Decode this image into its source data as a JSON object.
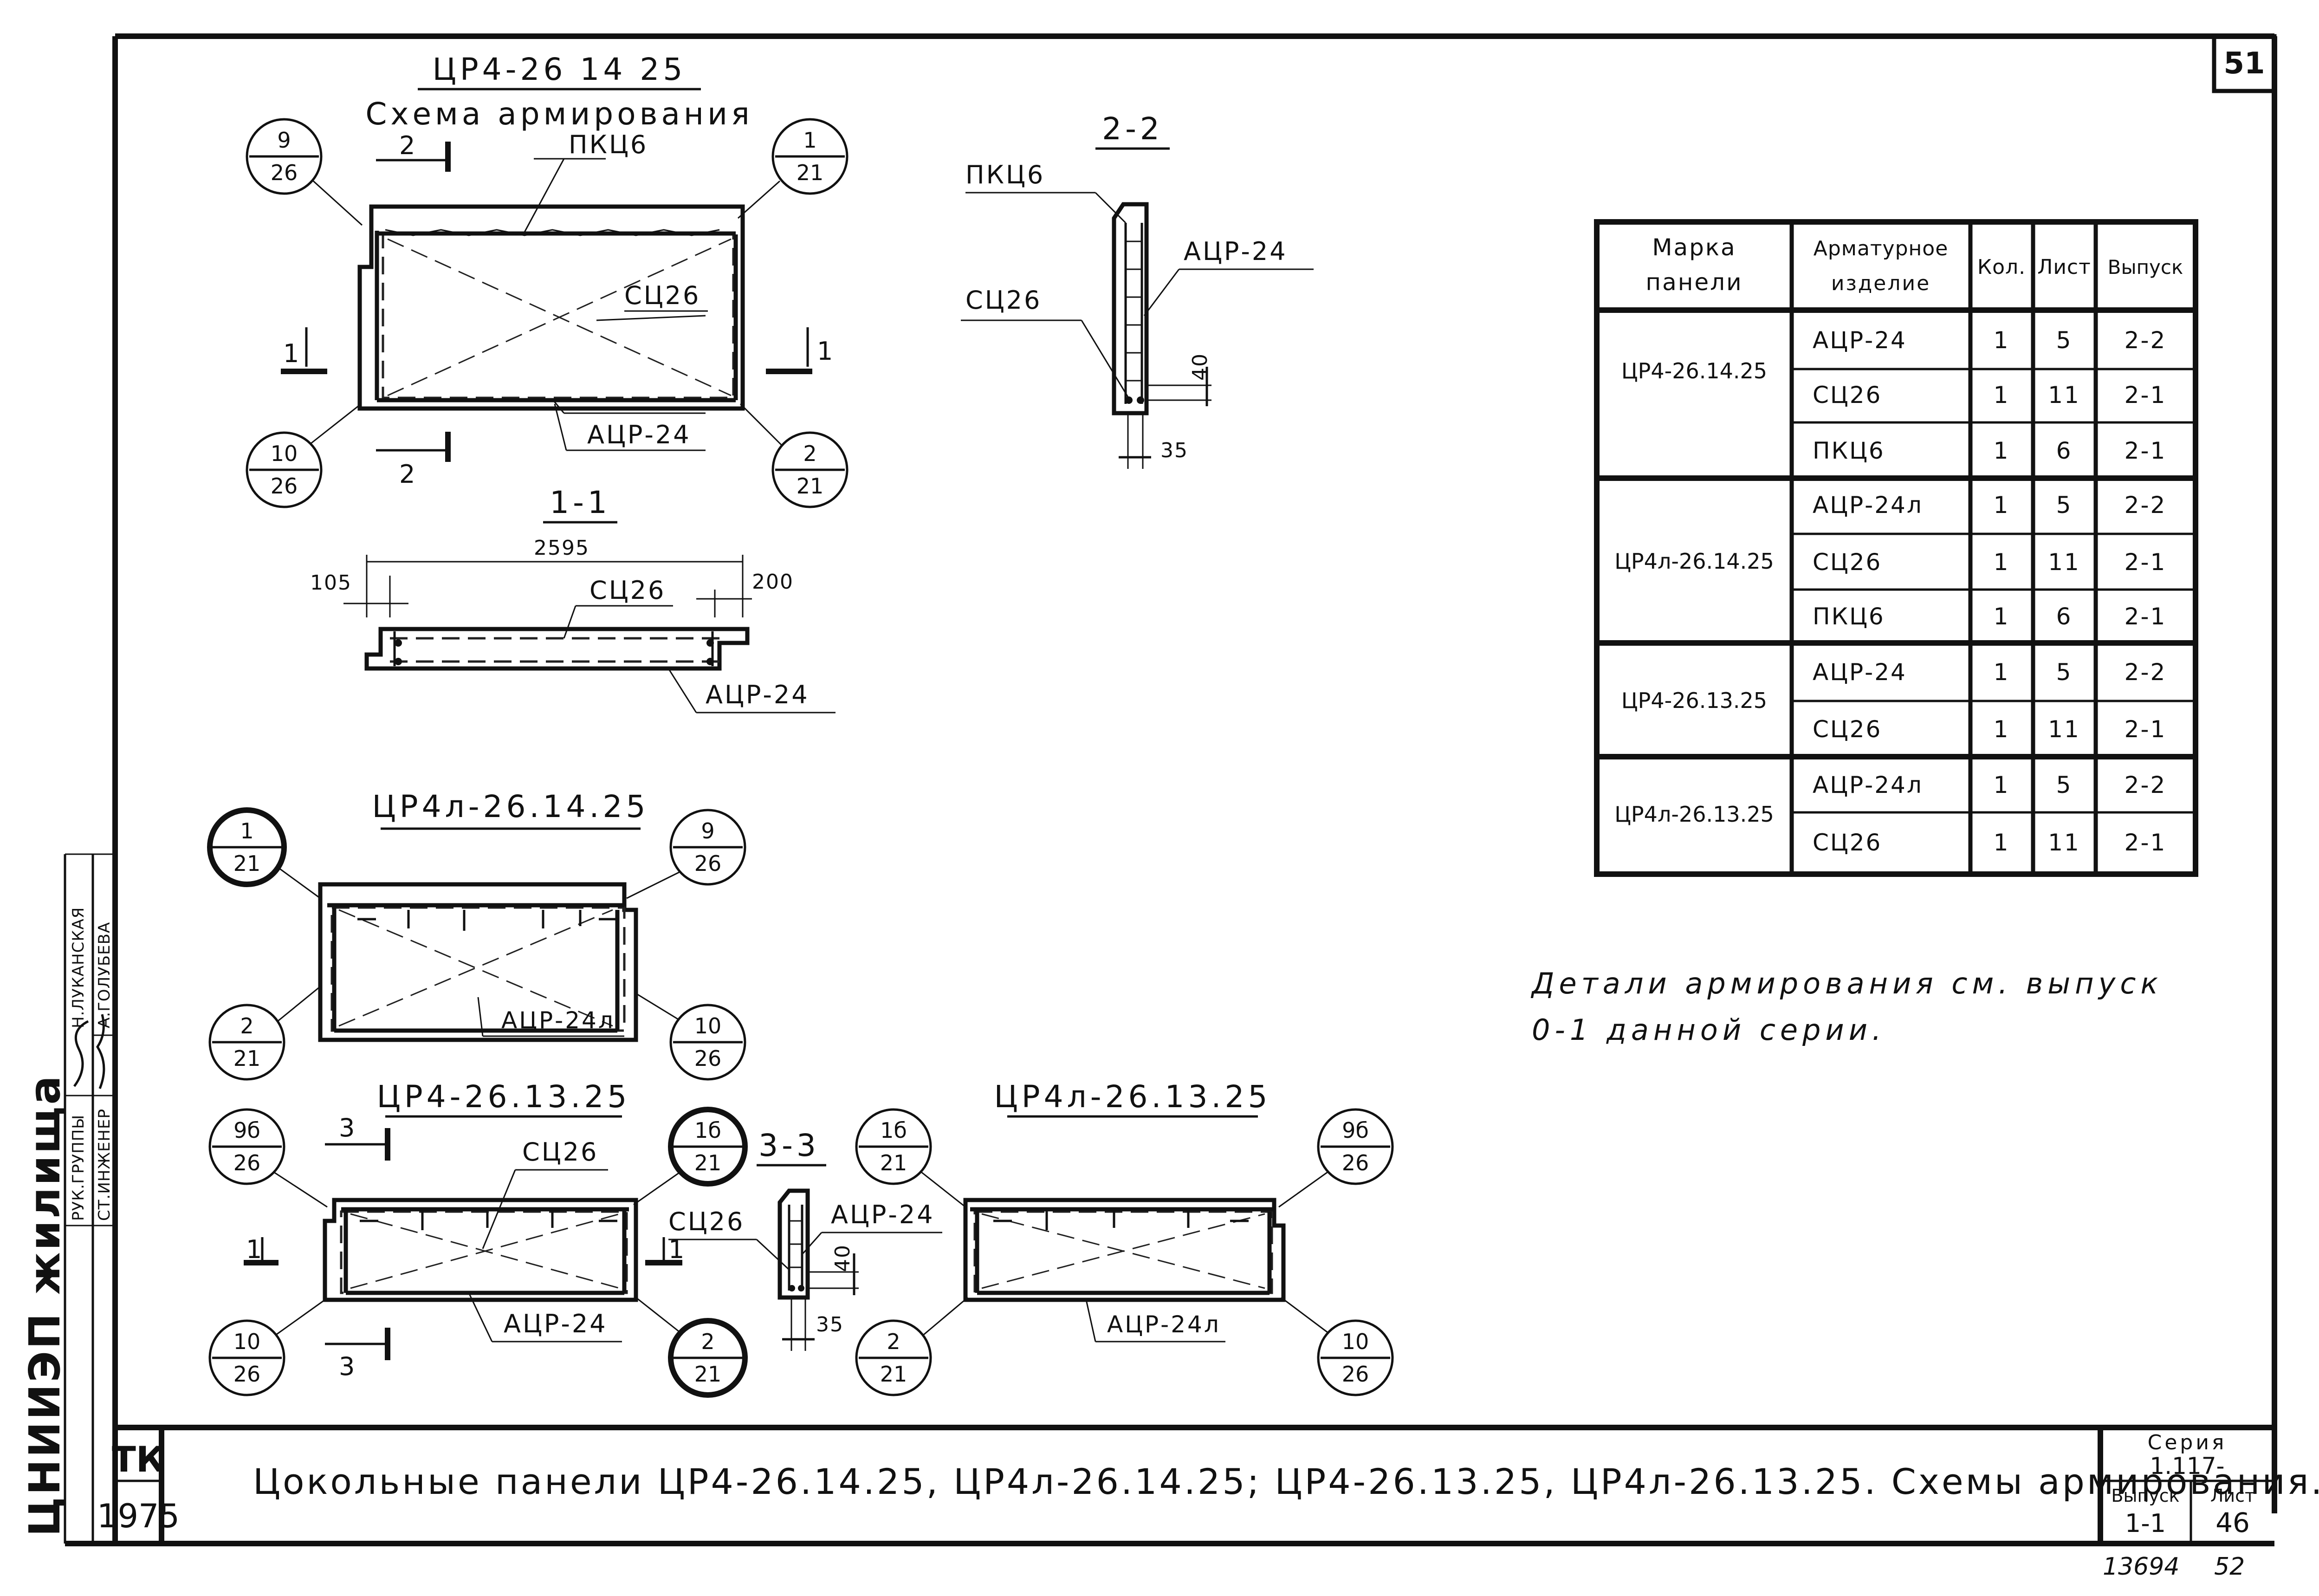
{
  "sheet": {
    "page_number": "51",
    "stamp_number": "13694",
    "stamp_page": "52",
    "note_line1": "Детали армирования см. выпуск",
    "note_line2": "0-1 данной серии.",
    "org": "ЦНИИЭП жилища",
    "roles": [
      "РУК.ГРУППЫ",
      "СТ.ИНЖЕНЕР"
    ],
    "persons": [
      "Н.ЛУКАНСКАЯ",
      "А.ГОЛУБЕВА"
    ],
    "tk": "ТК",
    "year": "1975",
    "main_title": "Цокольные панели ЦР4-26.14.25, ЦР4л-26.14.25; ЦР4-26.13.25, ЦР4л-26.13.25. Схемы армирования.",
    "series_label": "Серия",
    "series_value": "1.117-",
    "issue_label": "Выпуск",
    "issue_value": "1-1",
    "sheet_label": "Лист",
    "sheet_value": "46"
  },
  "drawings": {
    "main_mark": "ЦР4-26 14 25",
    "main_subtitle": "Схема армирования",
    "section_22": "2-2",
    "section_11": "1-1",
    "section_33": "3-3",
    "dim_2595": "2595",
    "dim_105": "105",
    "dim_200": "200",
    "dim_40": "40",
    "dim_35": "35",
    "mark_b": "ЦР4л-26.14.25",
    "mark_c": "ЦР4-26.13.25",
    "mark_d": "ЦР4л-26.13.25",
    "cut_2": "2",
    "cut_1": "1",
    "cut_3": "3",
    "l_pkts6": "ПКЦ6",
    "l_sts26": "СЦ26",
    "l_atsr24": "АЦР-24",
    "l_atsr24l": "АЦР-24л",
    "b_9_26": [
      "9",
      "26"
    ],
    "b_1_21": [
      "1",
      "21"
    ],
    "b_10_26": [
      "10",
      "26"
    ],
    "b_2_21": [
      "2",
      "21"
    ],
    "b_9b_26": [
      "9б",
      "26"
    ],
    "b_1b_21": [
      "1б",
      "21"
    ]
  },
  "table": {
    "headers": [
      "Марка панели",
      "Арматурное изделие",
      "Кол.",
      "Лист",
      "Выпуск"
    ],
    "groups": [
      {
        "mark": "ЦР4-26.14.25",
        "rows": [
          [
            "АЦР-24",
            "1",
            "5",
            "2-2"
          ],
          [
            "СЦ26",
            "1",
            "11",
            "2-1"
          ],
          [
            "ПКЦ6",
            "1",
            "6",
            "2-1"
          ]
        ]
      },
      {
        "mark": "ЦР4л-26.14.25",
        "rows": [
          [
            "АЦР-24л",
            "1",
            "5",
            "2-2"
          ],
          [
            "СЦ26",
            "1",
            "11",
            "2-1"
          ],
          [
            "ПКЦ6",
            "1",
            "6",
            "2-1"
          ]
        ]
      },
      {
        "mark": "ЦР4-26.13.25",
        "rows": [
          [
            "АЦР-24",
            "1",
            "5",
            "2-2"
          ],
          [
            "СЦ26",
            "1",
            "11",
            "2-1"
          ]
        ]
      },
      {
        "mark": "ЦР4л-26.13.25",
        "rows": [
          [
            "АЦР-24л",
            "1",
            "5",
            "2-2"
          ],
          [
            "СЦ26",
            "1",
            "11",
            "2-1"
          ]
        ]
      }
    ]
  }
}
